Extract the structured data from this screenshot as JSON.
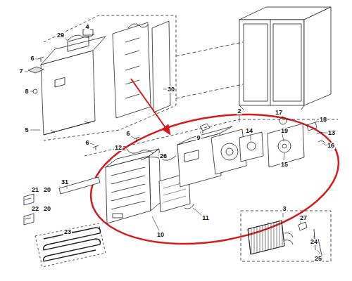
{
  "diagram": {
    "labels": [
      "29",
      "4",
      "6",
      "7",
      "8",
      "5",
      "30",
      "9",
      "2",
      "17",
      "18",
      "13",
      "16",
      "19",
      "14",
      "15",
      "6",
      "6",
      "12",
      "26",
      "31",
      "21",
      "20",
      "22",
      "20",
      "11",
      "10",
      "23",
      "3",
      "27",
      "24",
      "25"
    ]
  }
}
